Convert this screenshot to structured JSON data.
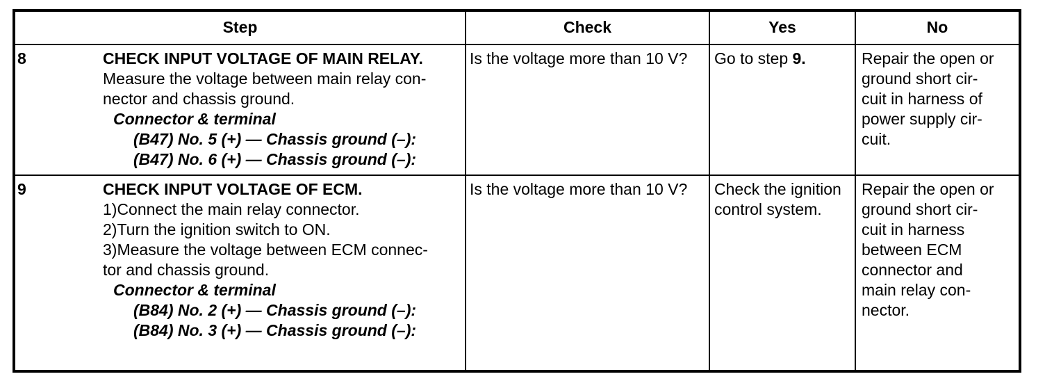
{
  "document": {
    "headers": {
      "step": "Step",
      "check": "Check",
      "yes": "Yes",
      "no": "No"
    },
    "rows": [
      {
        "number": "8",
        "step": {
          "title": "CHECK INPUT VOLTAGE OF MAIN RELAY.",
          "body_line1": "Measure the voltage between main relay con-",
          "body_line2": "nector and chassis ground.",
          "connector_heading": "Connector & terminal",
          "terminal_line1": "(B47) No. 5 (+) — Chassis ground (–):",
          "terminal_line2": "(B47) No. 6 (+) — Chassis ground (–):"
        },
        "check": "Is the voltage more than 10 V?",
        "yes": {
          "prefix": "Go to step ",
          "step_ref": "9."
        },
        "no": {
          "line1": "Repair the open or",
          "line2": "ground short cir-",
          "line3": "cuit in harness of",
          "line4": "power supply cir-",
          "line5": "cuit."
        }
      },
      {
        "number": "9",
        "step": {
          "title": "CHECK INPUT VOLTAGE OF ECM.",
          "body_line1": "1)Connect the main relay connector.",
          "body_line2": "2)Turn the ignition switch to ON.",
          "body_line3": "3)Measure the voltage between ECM connec-",
          "body_line4": "tor and chassis ground.",
          "connector_heading": "Connector & terminal",
          "terminal_line1": "(B84) No. 2 (+) — Chassis ground (–):",
          "terminal_line2": "(B84) No. 3 (+) — Chassis ground (–):"
        },
        "check": "Is the voltage more than 10 V?",
        "yes": {
          "line1": "Check the ignition",
          "line2": "control system."
        },
        "no": {
          "line1": "Repair the open or",
          "line2": "ground short cir-",
          "line3": "cuit in harness",
          "line4": "between ECM",
          "line5": "connector and",
          "line6": "main relay con-",
          "line7": "nector."
        }
      }
    ]
  }
}
